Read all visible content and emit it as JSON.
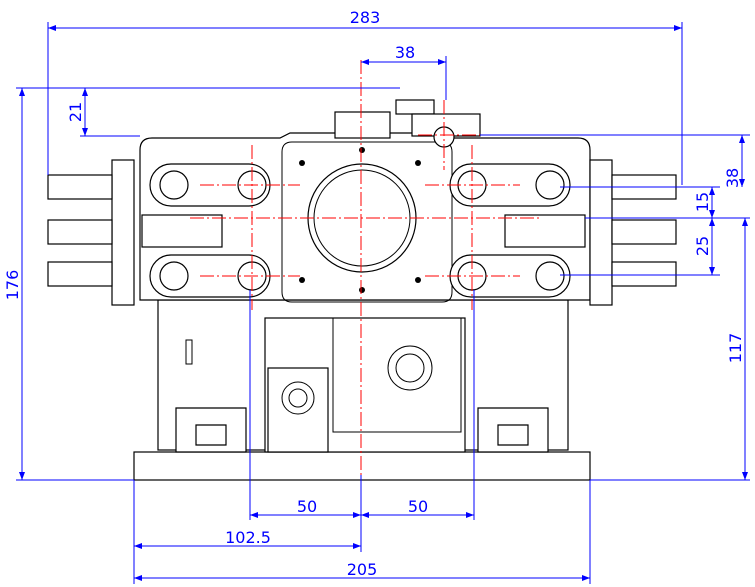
{
  "drawing": {
    "dimensions": {
      "overall_width": "283",
      "center_offset_top": "38",
      "top_height": "21",
      "overall_height": "176",
      "right_38": "38",
      "right_15": "15",
      "right_25": "25",
      "right_117": "117",
      "bottom_left_50": "50",
      "bottom_right_50": "50",
      "half_base": "102.5",
      "base_width": "205"
    },
    "colors": {
      "dimension": "#0000ff",
      "centerline": "#ff0000",
      "outline": "#000000"
    }
  }
}
